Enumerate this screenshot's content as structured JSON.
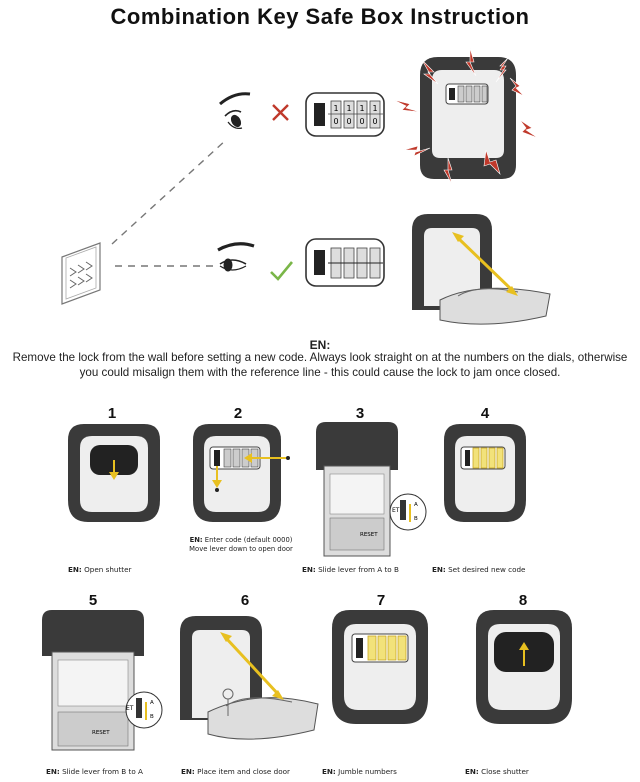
{
  "title": "Combination Key Safe Box Instruction",
  "warning": {
    "heading": "EN:",
    "text": "Remove the lock from the wall before setting a new code. Always look straight on at the numbers on the dials, otherwise you could misalign them with the reference line - this could cause the lock to jam once closed."
  },
  "dials_wrong": [
    "1",
    "1",
    "1",
    "1"
  ],
  "dials_wrong_lower": [
    "0",
    "0",
    "0",
    "0"
  ],
  "steps": [
    {
      "number": "1",
      "label": "EN:",
      "caption": "Open shutter"
    },
    {
      "number": "2",
      "label": "EN:",
      "caption": "Enter code (default 0000)",
      "caption2": "Move lever down to open door"
    },
    {
      "number": "3",
      "label": "EN:",
      "caption": "Slide lever from A to B"
    },
    {
      "number": "4",
      "label": "EN:",
      "caption": "Set desired new code"
    },
    {
      "number": "5",
      "label": "EN:",
      "caption": "Slide lever from B to A"
    },
    {
      "number": "6",
      "label": "EN:",
      "caption": "Place item and close door"
    },
    {
      "number": "7",
      "label": "EN:",
      "caption": "Jumble  numbers"
    },
    {
      "number": "8",
      "label": "EN:",
      "caption": "Close shutter"
    }
  ],
  "lever_labels": {
    "reset": "RESET",
    "et": "ET",
    "a": "A",
    "b": "B"
  },
  "colors": {
    "accent_yellow": "#e8c020",
    "arrow_orange": "#e0a820",
    "cross_red": "#c0392b",
    "check_green": "#7ab648",
    "body_dark": "#3a3a3a",
    "body_grey": "#e8e8e8"
  }
}
